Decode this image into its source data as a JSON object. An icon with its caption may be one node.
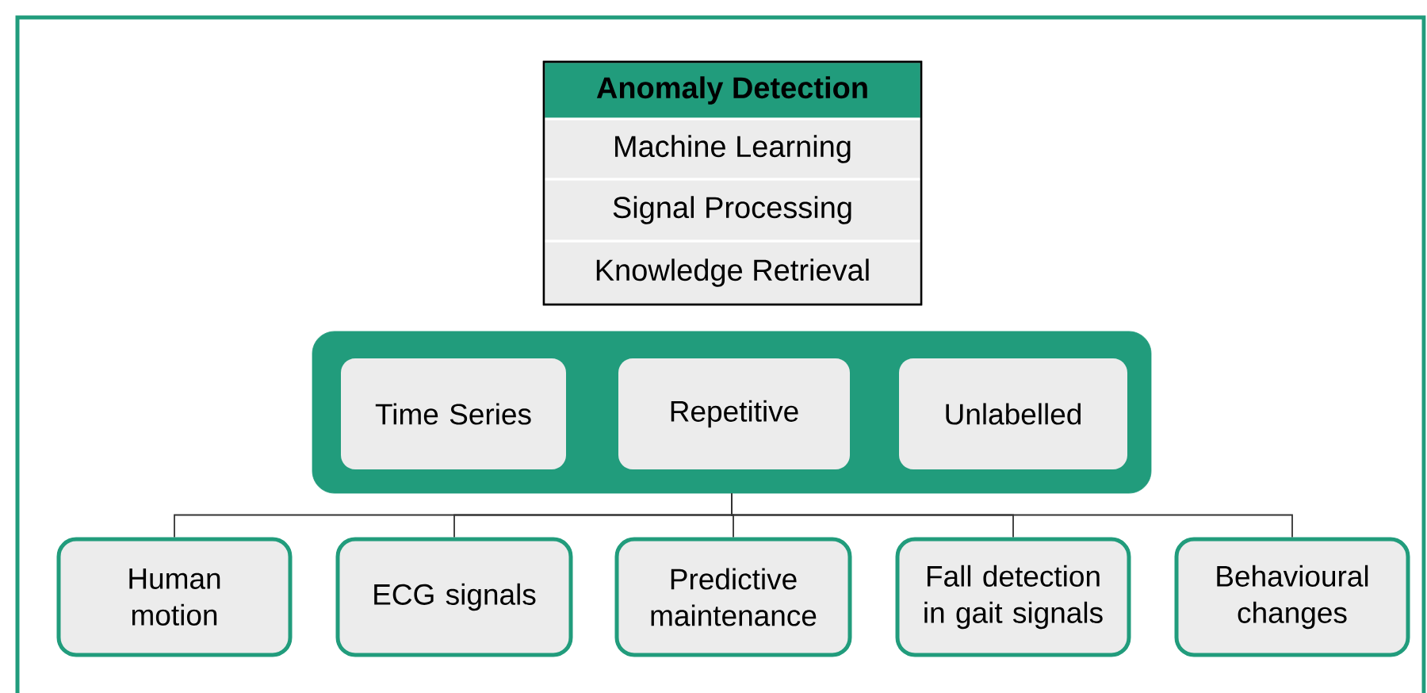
{
  "diagram": {
    "nodes": [
      {
        "text": [
          "Anomaly Detection",
          "Machine Learning",
          "Signal Processing",
          "Knowledge Retrieval"
        ]
      },
      {
        "text": [],
        "shape": "box"
      },
      {
        "text": [
          "Time Series"
        ],
        "in": 1
      },
      {
        "text": [
          "Repetitive"
        ],
        "in": 1
      },
      {
        "text": [
          "Unlabelled"
        ],
        "in": 1
      },
      {
        "text": [
          "Human motion"
        ]
      },
      {
        "text": [
          "ECG signals"
        ]
      },
      {
        "text": [
          "Predictive maintenance"
        ]
      },
      {
        "text": [
          "Fall detection in gait signals"
        ]
      },
      {
        "text": [
          "Behavioural changes"
        ]
      }
    ],
    "edges": [
      {
        "from": 1,
        "to": 5,
        "arrow": "none"
      },
      {
        "from": 1,
        "to": 6,
        "arrow": "none"
      },
      {
        "from": 1,
        "to": 7,
        "arrow": "none"
      },
      {
        "from": 1,
        "to": 8,
        "arrow": "none"
      },
      {
        "from": 1,
        "to": 9,
        "arrow": "none"
      }
    ]
  }
}
